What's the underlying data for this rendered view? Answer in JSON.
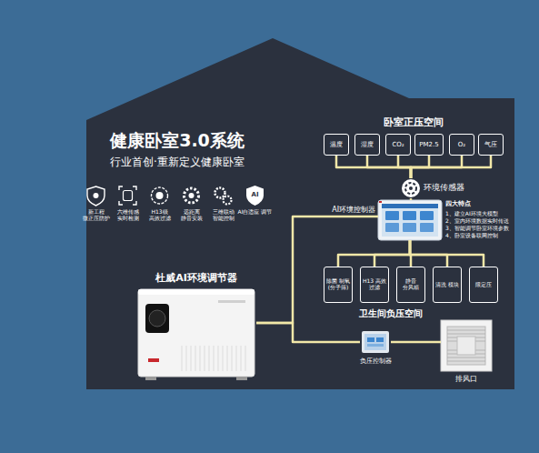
{
  "diagram": {
    "title": "健康卧室3.0系统",
    "nodes": [
      {
        "text": [
          "温度"
        ]
      },
      {
        "text": [
          "湿度"
        ]
      },
      {
        "text": [
          "CO₂"
        ]
      },
      {
        "text": [
          "PM2.5"
        ]
      },
      {
        "text": [
          "O₂"
        ]
      },
      {
        "text": [
          "气压"
        ]
      },
      {
        "text": [
          "环境传感器"
        ]
      },
      {
        "text": [
          "AI环境控制器"
        ]
      },
      {
        "text": [
          "除菌 制氧 (分子筛)"
        ]
      },
      {
        "text": [
          "H13 高效 过滤"
        ]
      },
      {
        "text": [
          "静音 分风箱"
        ]
      },
      {
        "text": [
          "清洗 模块"
        ]
      },
      {
        "text": [
          "限定压"
        ]
      },
      {
        "text": [
          "负压控制器"
        ]
      },
      {
        "text": [
          "排风口"
        ]
      },
      {
        "text": [
          "杜威AI环境调节器"
        ]
      }
    ],
    "edges": [
      {
        "from": 0,
        "to": 6,
        "arrow": "none"
      },
      {
        "from": 1,
        "to": 6,
        "arrow": "none"
      },
      {
        "from": 2,
        "to": 6,
        "arrow": "none"
      },
      {
        "from": 3,
        "to": 6,
        "arrow": "none"
      },
      {
        "from": 4,
        "to": 6,
        "arrow": "none"
      },
      {
        "from": 5,
        "to": 6,
        "arrow": "none"
      },
      {
        "from": 6,
        "to": 7,
        "arrow": "none"
      },
      {
        "from": 7,
        "to": 8,
        "arrow": "none"
      },
      {
        "from": 7,
        "to": 9,
        "arrow": "none"
      },
      {
        "from": 7,
        "to": 10,
        "arrow": "none"
      },
      {
        "from": 7,
        "to": 11,
        "arrow": "none"
      },
      {
        "from": 7,
        "to": 12,
        "arrow": "none"
      },
      {
        "from": 15,
        "to": 7,
        "arrow": "none"
      },
      {
        "from": 15,
        "to": 13,
        "arrow": "none"
      },
      {
        "from": 13,
        "to": 14,
        "arrow": "none"
      }
    ],
    "labels": [
      "行业首创·重新定义健康卧室",
      "新工程 微正压防护",
      "六维传感 实时检测",
      "H13级 高效过滤",
      "远距离 静音安装",
      "三维联动 智能控制",
      "AI自适应 调节",
      "AI",
      "卧室正压空间",
      "四大特点",
      "1、建立AI环境大模型",
      "2、室内环境数据实时传送",
      "3、智能调节卧室环境参数",
      "4、卧室设备联网控制",
      "卫生间负压空间"
    ]
  }
}
